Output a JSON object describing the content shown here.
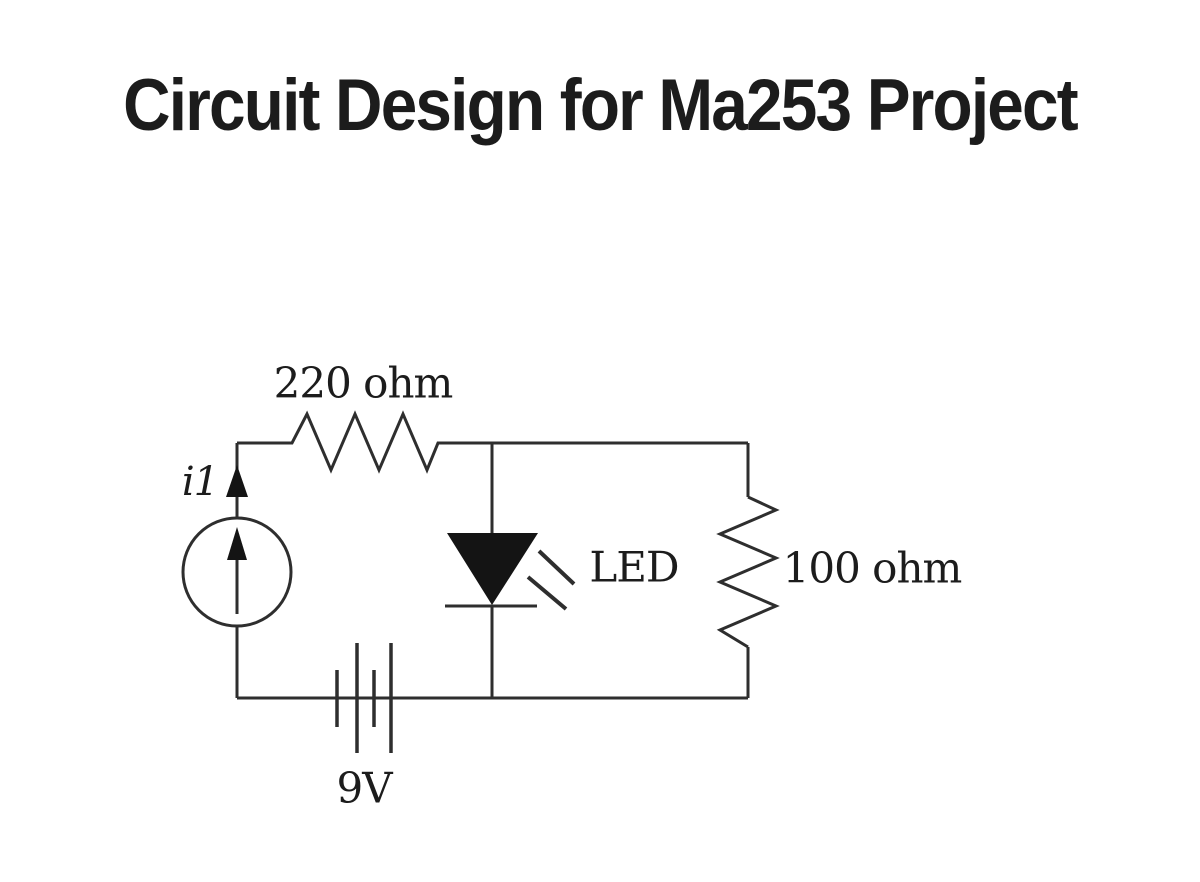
{
  "title": "Circuit Design for Ma253 Project",
  "theme": {
    "background": "#ffffff",
    "title_color": "#1c1c1c",
    "line_color": "#2e2e2e",
    "fill_color": "#141414",
    "label_color": "#1c1c1c"
  },
  "circuit": {
    "labels": {
      "top_resistor": "220 ohm",
      "right_resistor": "100 ohm",
      "led": "LED",
      "battery": "9V",
      "current_source": "i1"
    },
    "components": {
      "top_resistor_type": "resistor",
      "right_resistor_type": "resistor",
      "led_type": "led",
      "battery_type": "battery",
      "current_source_type": "current-source"
    }
  }
}
